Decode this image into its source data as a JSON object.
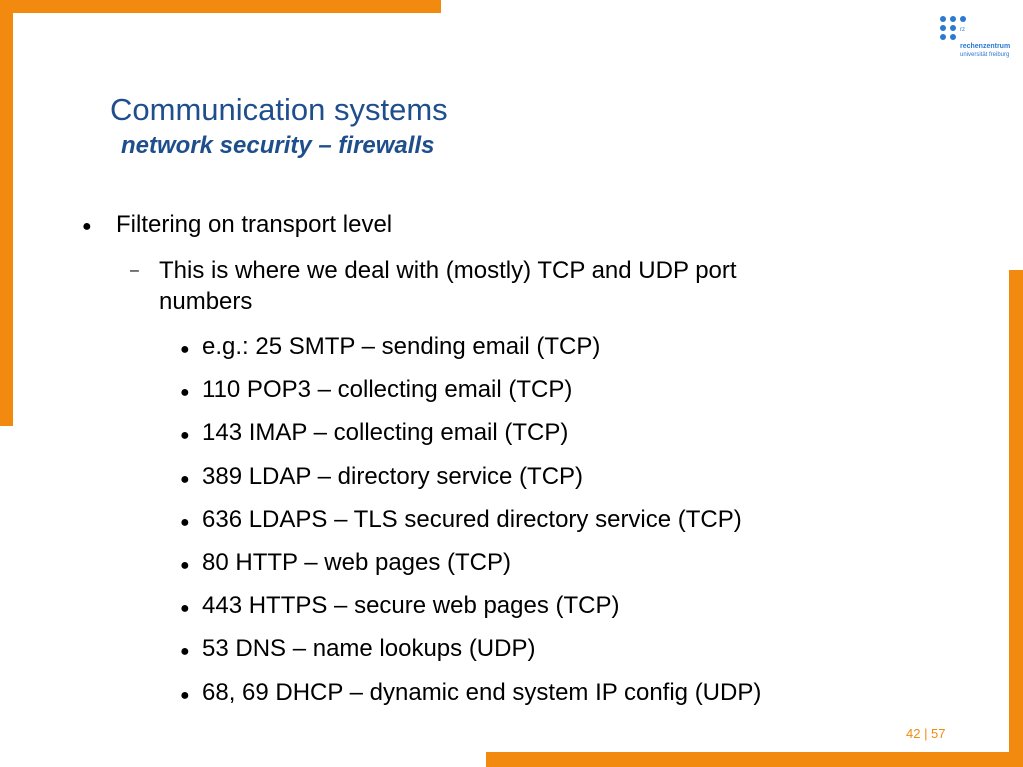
{
  "slide": {
    "title": "Communication systems",
    "subtitle": "network security – firewalls",
    "level1": {
      "marker": "●",
      "text": "Filtering on transport level"
    },
    "level2": {
      "marker": "–",
      "line1": "This is where we deal with (mostly) TCP and UDP port",
      "line2": "numbers"
    },
    "level3_marker": "●",
    "level3": [
      "e.g.: 25 SMTP – sending email (TCP)",
      "110 POP3 – collecting email (TCP)",
      "143 IMAP – collecting email (TCP)",
      "389 LDAP – directory service (TCP)",
      "636 LDAPS – TLS secured directory service (TCP)",
      "80 HTTP – web pages (TCP)",
      "443 HTTPS – secure web pages (TCP)",
      "53 DNS – name lookups (UDP)",
      "68, 69 DHCP – dynamic end system IP config (UDP)"
    ]
  },
  "logo": {
    "text_line1": "rz",
    "text_line2": "rechenzentrum",
    "text_line3": "universität freiburg"
  },
  "footer": {
    "page": "42 | 57"
  },
  "colors": {
    "accent": "#f28a0f",
    "title": "#1f4e8c",
    "logo": "#2b79d1"
  }
}
